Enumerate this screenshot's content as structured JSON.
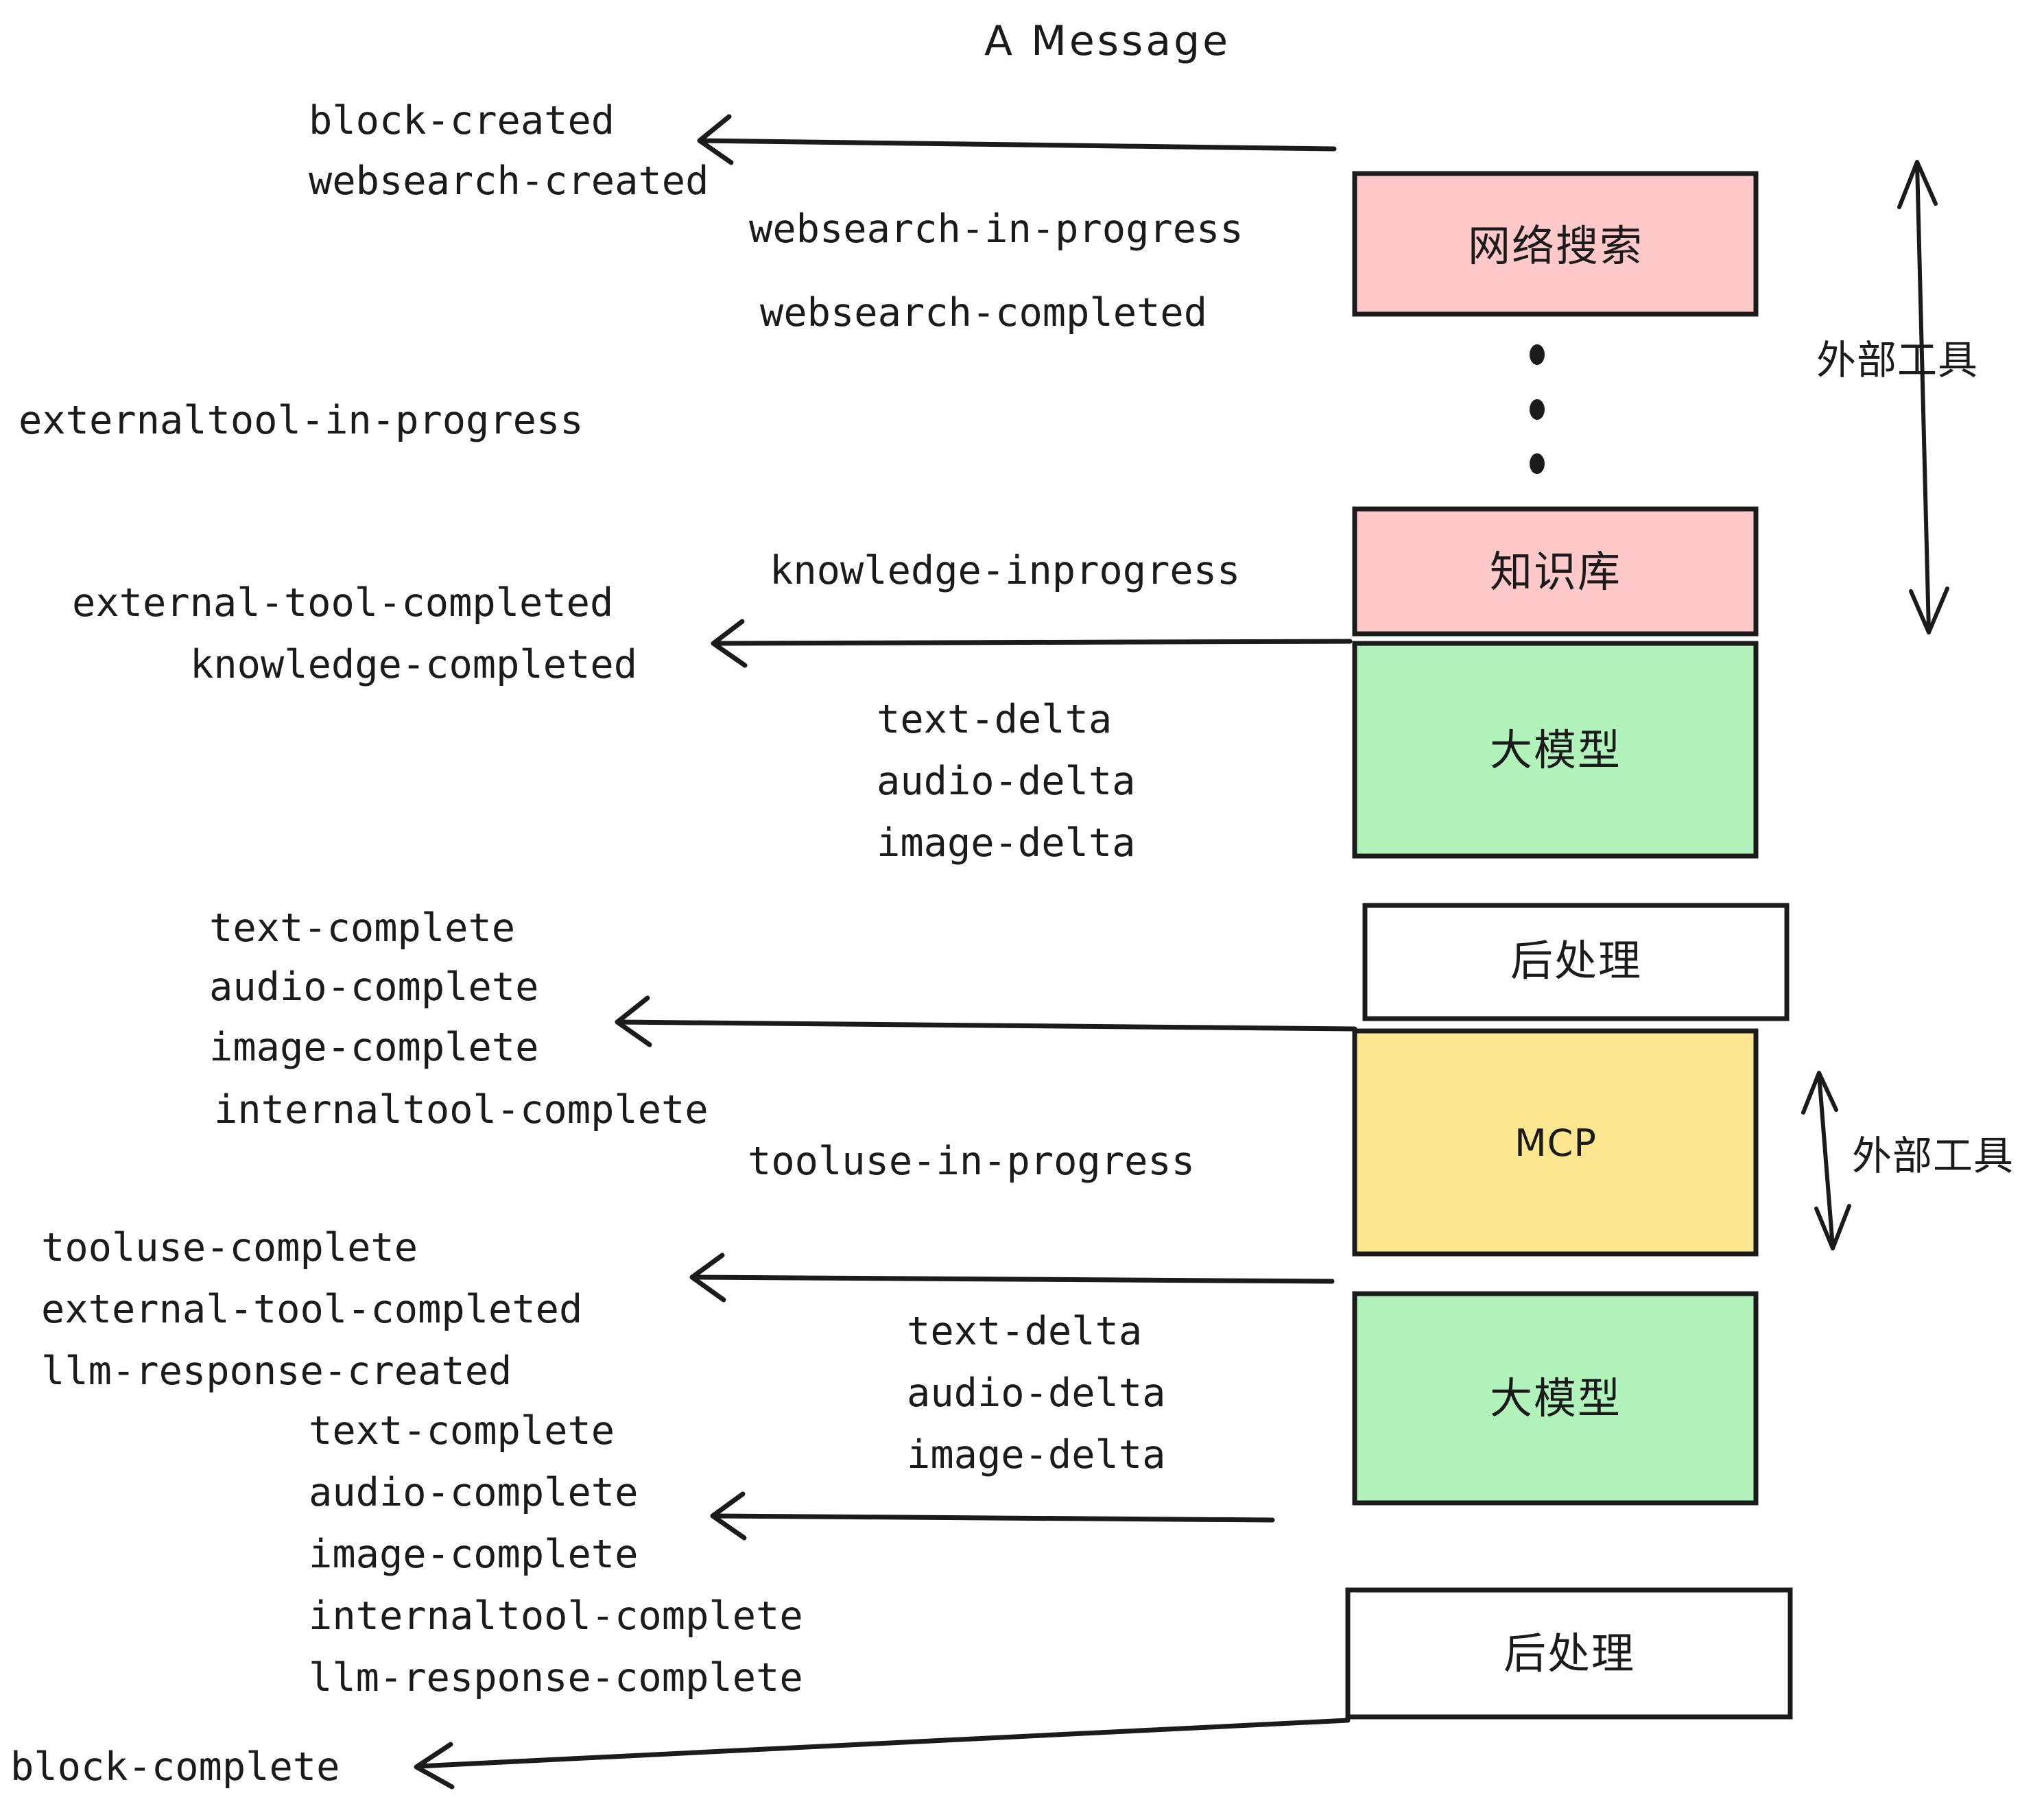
{
  "title": "A Message",
  "colors": {
    "pink": "#FFC9C9",
    "green": "#B2F2BB",
    "yellow": "#FCE68F",
    "white": "#FFFFFF",
    "stroke": "#1B1B1B",
    "background": "#FFFFFF"
  },
  "nodes": [
    {
      "id": "websearch",
      "label": "网络搜索",
      "fill": "#FFC9C9",
      "script": "cjk"
    },
    {
      "id": "knowledge",
      "label": "知识库",
      "fill": "#FFC9C9",
      "script": "cjk"
    },
    {
      "id": "llm-top",
      "label": "大模型",
      "fill": "#B2F2BB",
      "script": "cjk"
    },
    {
      "id": "post-top",
      "label": "后处理",
      "fill": "#FFFFFF",
      "script": "cjk"
    },
    {
      "id": "mcp",
      "label": "MCP",
      "fill": "#FCE68F",
      "script": "latin"
    },
    {
      "id": "llm-bottom",
      "label": "大模型",
      "fill": "#B2F2BB",
      "script": "cjk"
    },
    {
      "id": "post-bottom",
      "label": "后处理",
      "fill": "#FFFFFF",
      "script": "cjk"
    }
  ],
  "side_labels": [
    {
      "id": "external-tools-top",
      "label": "外部工具"
    },
    {
      "id": "external-tools-bottom",
      "label": "外部工具"
    }
  ],
  "events": [
    {
      "id": "block-created",
      "text": "block-created"
    },
    {
      "id": "websearch-created",
      "text": "websearch-created"
    },
    {
      "id": "websearch-in-progress",
      "text": "websearch-in-progress"
    },
    {
      "id": "websearch-completed",
      "text": "websearch-completed"
    },
    {
      "id": "externaltool-in-progress",
      "text": "externaltool-in-progress"
    },
    {
      "id": "knowledge-inprogress",
      "text": "knowledge-inprogress"
    },
    {
      "id": "external-tool-completed-1",
      "text": "external-tool-completed"
    },
    {
      "id": "knowledge-completed",
      "text": "knowledge-completed"
    },
    {
      "id": "text-delta-1",
      "text": "text-delta"
    },
    {
      "id": "audio-delta-1",
      "text": "audio-delta"
    },
    {
      "id": "image-delta-1",
      "text": "image-delta"
    },
    {
      "id": "text-complete-1",
      "text": "text-complete"
    },
    {
      "id": "audio-complete-1",
      "text": "audio-complete"
    },
    {
      "id": "image-complete-1",
      "text": "image-complete"
    },
    {
      "id": "internaltool-complete-1",
      "text": "internaltool-complete"
    },
    {
      "id": "tooluse-in-progress",
      "text": "tooluse-in-progress"
    },
    {
      "id": "tooluse-complete",
      "text": "tooluse-complete"
    },
    {
      "id": "external-tool-completed-2",
      "text": "external-tool-completed"
    },
    {
      "id": "llm-response-created",
      "text": "llm-response-created"
    },
    {
      "id": "text-delta-2",
      "text": "text-delta"
    },
    {
      "id": "audio-delta-2",
      "text": "audio-delta"
    },
    {
      "id": "image-delta-2",
      "text": "image-delta"
    },
    {
      "id": "text-complete-2",
      "text": "text-complete"
    },
    {
      "id": "audio-complete-2",
      "text": "audio-complete"
    },
    {
      "id": "image-complete-2",
      "text": "image-complete"
    },
    {
      "id": "internaltool-complete-2",
      "text": "internaltool-complete"
    },
    {
      "id": "llm-response-complete",
      "text": "llm-response-complete"
    },
    {
      "id": "block-complete",
      "text": "block-complete"
    }
  ],
  "ellipsis": {
    "id": "vertical-ellipsis",
    "dots": 3
  }
}
